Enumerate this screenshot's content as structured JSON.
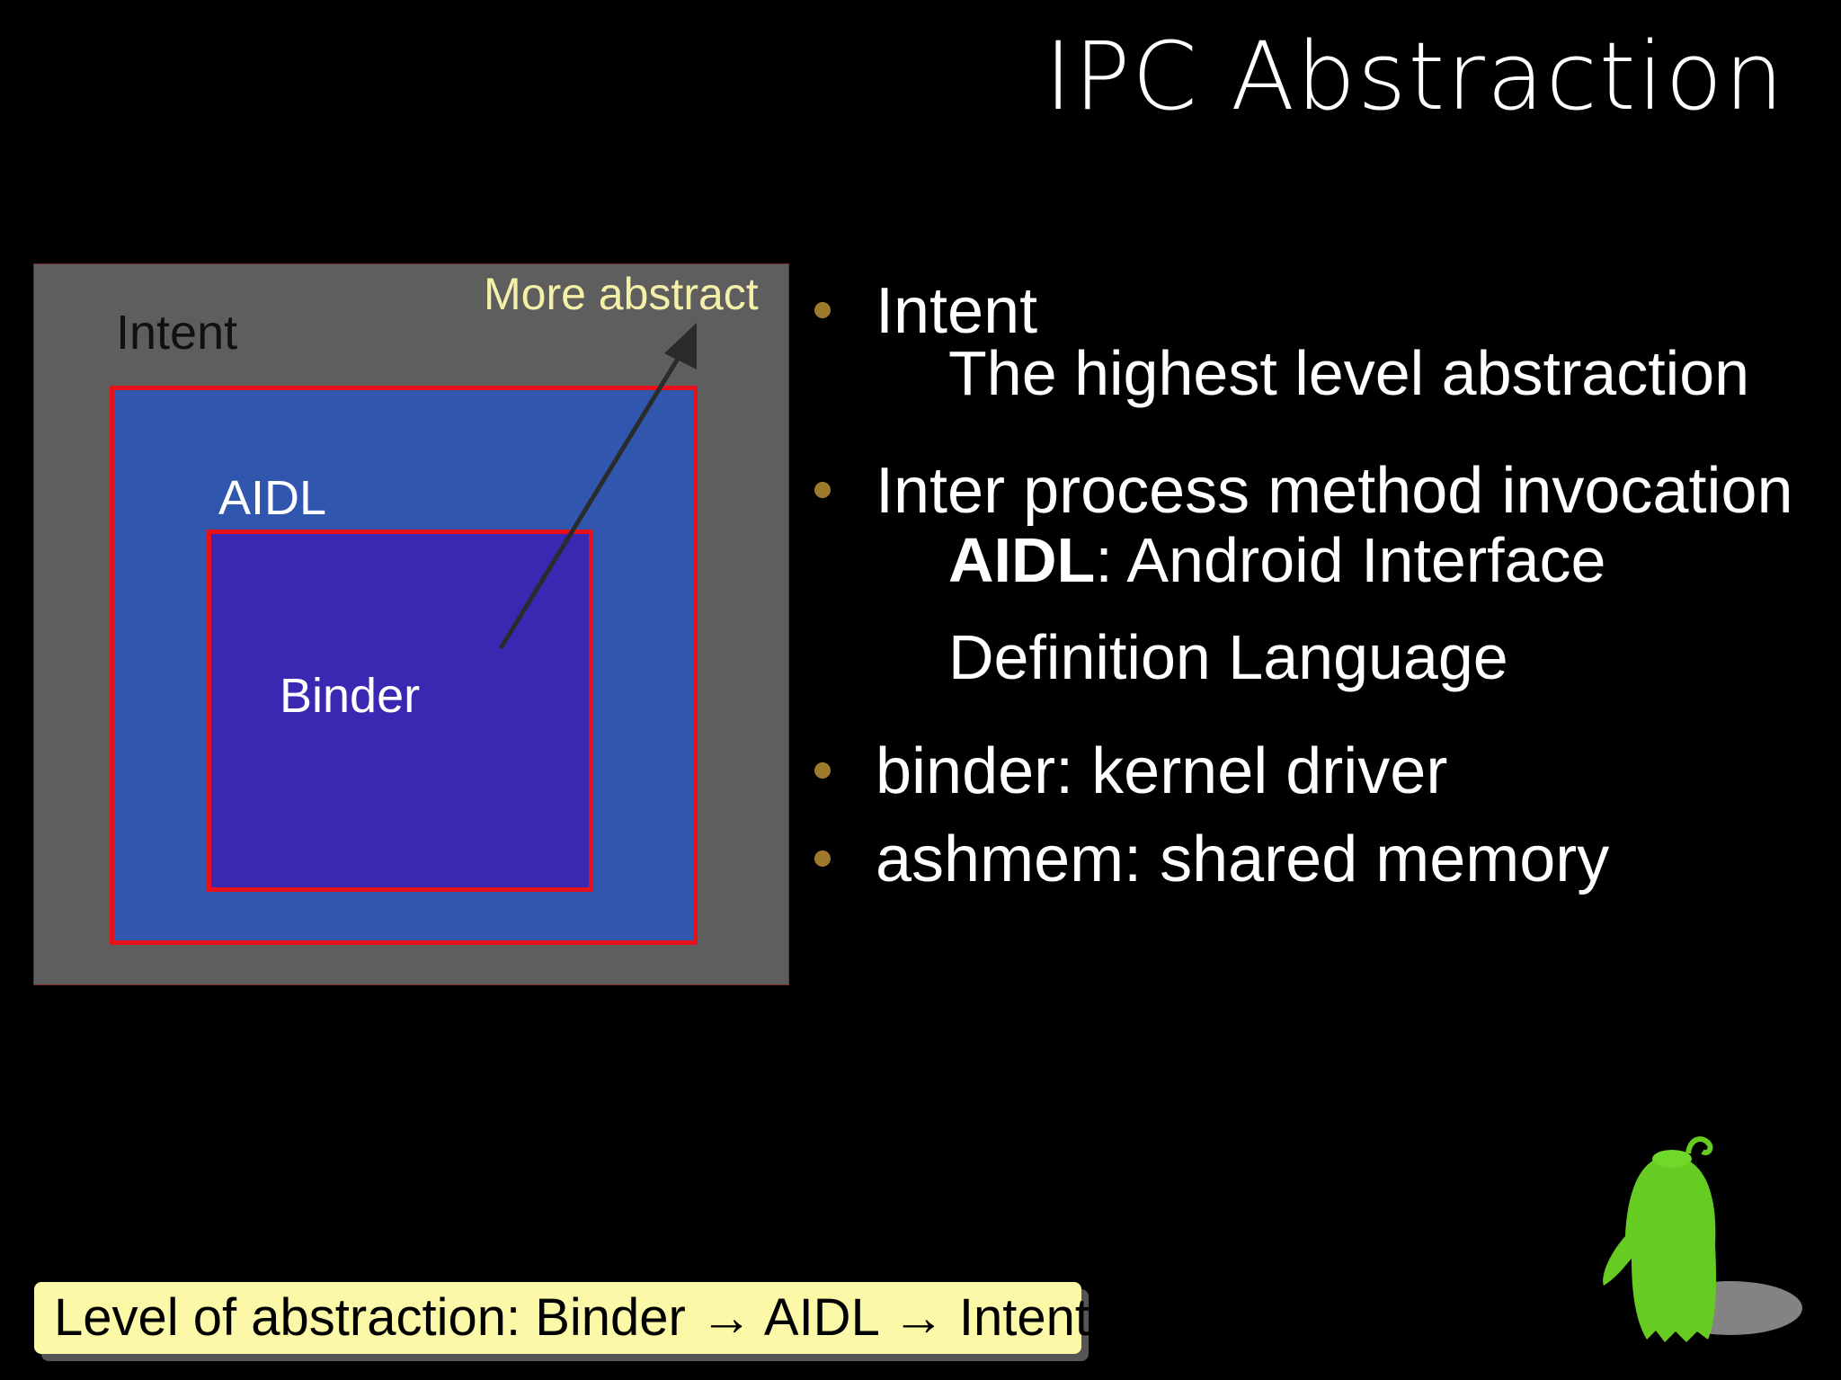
{
  "slide": {
    "title": "IPC Abstraction"
  },
  "diagram": {
    "outer_label": "Intent",
    "middle_label": "AIDL",
    "inner_label": "Binder",
    "arrow_label": "More abstract",
    "colors": {
      "outer_fill": "#5e5e5e",
      "middle_fill": "#3156ad",
      "inner_fill": "#3a28b2",
      "border": "#e8101a",
      "arrow_label": "#f5f0a8"
    }
  },
  "bullets": [
    {
      "label": "Intent",
      "sub": "The highest level abstraction"
    },
    {
      "label": "Inter process method invocation",
      "sub_bold": "AIDL",
      "sub_rest": ": Android Interface",
      "sub2": "Definition Language"
    },
    {
      "label": "binder: kernel driver"
    },
    {
      "label": "ashmem: shared memory"
    }
  ],
  "caption": {
    "text": "Level of abstraction: Binder → AIDL → Intent"
  },
  "mascot": {
    "icon": "green-android-ghost-mascot",
    "color": "#66cc22"
  }
}
